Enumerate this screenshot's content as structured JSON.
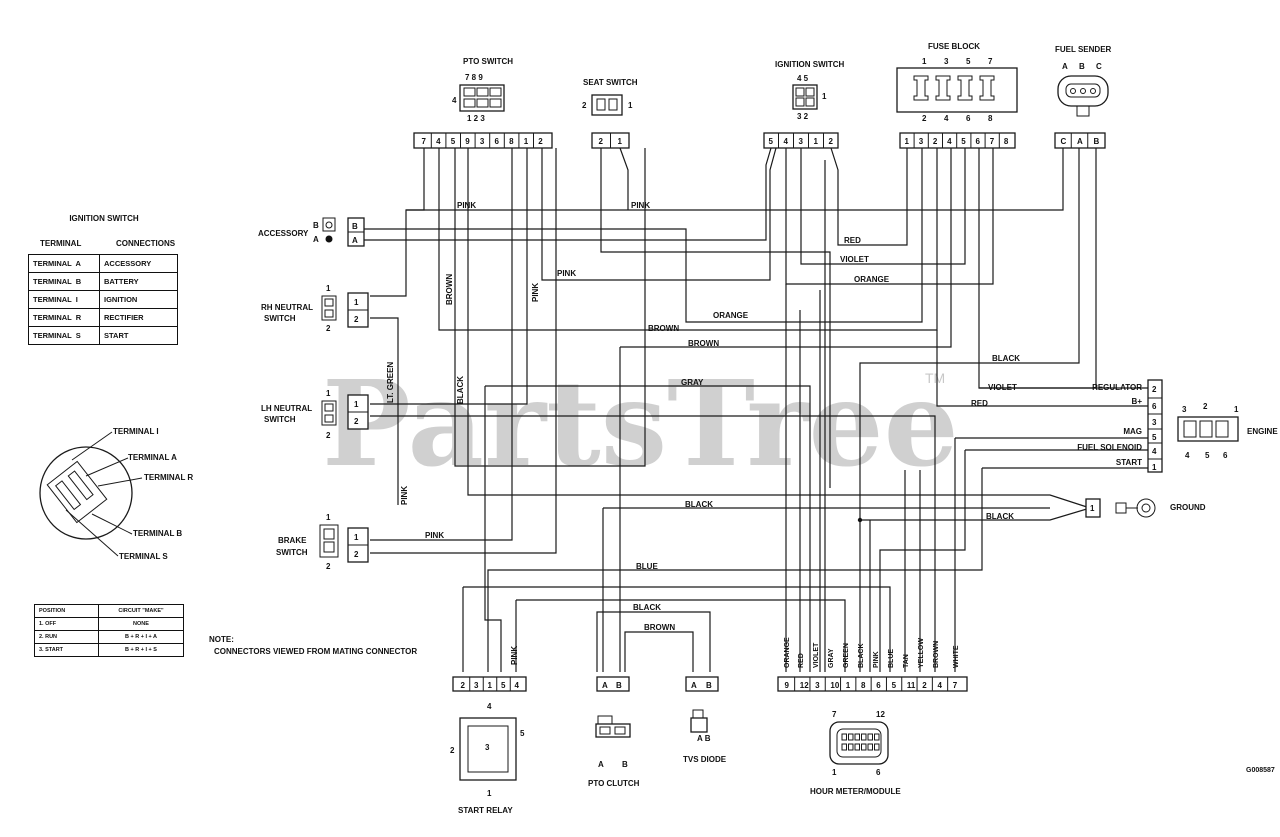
{
  "watermark": {
    "text": "PartsTree",
    "tm": "TM"
  },
  "figure_id": "G008587",
  "connectors": {
    "pto_switch": {
      "title": "PTO SWITCH",
      "top_pins": "7  8  9",
      "side_pin": "4",
      "bottom_pins": "1  2  3",
      "strip": [
        "7",
        "4",
        "5",
        "9",
        "3",
        "6",
        "8",
        "1",
        "2"
      ]
    },
    "seat_switch": {
      "title": "SEAT SWITCH",
      "left_pin": "2",
      "right_pin": "1",
      "strip": [
        "2",
        "1"
      ]
    },
    "ignition_switch": {
      "title": "IGNITION SWITCH",
      "top_pins": "4 5",
      "right_pin": "1",
      "bottom_pins": "3 2",
      "strip": [
        "5",
        "4",
        "3",
        "1",
        "2"
      ]
    },
    "fuse_block": {
      "title": "FUSE BLOCK",
      "top_pins": [
        "1",
        "3",
        "5",
        "7"
      ],
      "bottom_pins": [
        "2",
        "4",
        "6",
        "8"
      ],
      "strip": [
        "1",
        "3",
        "2",
        "4",
        "5",
        "6",
        "7",
        "8"
      ]
    },
    "fuel_sender": {
      "title": "FUEL SENDER",
      "pins": [
        "A",
        "B",
        "C"
      ],
      "strip": [
        "C",
        "A",
        "B"
      ]
    },
    "accessory": {
      "label": "ACCESSORY",
      "pins": [
        "B",
        "A"
      ],
      "strip": [
        "B",
        "A"
      ]
    },
    "rh_neutral": {
      "label1": "RH NEUTRAL",
      "label2": "SWITCH",
      "top": "1",
      "bottom": "2",
      "strip": [
        "1",
        "2"
      ]
    },
    "lh_neutral": {
      "label1": "LH NEUTRAL",
      "label2": "SWITCH",
      "top": "1",
      "bottom": "2",
      "strip": [
        "1",
        "2"
      ]
    },
    "brake_switch": {
      "label1": "BRAKE",
      "label2": "SWITCH",
      "top": "1",
      "bottom": "2",
      "strip": [
        "1",
        "2"
      ]
    },
    "engine": {
      "label": "ENGINE",
      "top_pins": [
        "3",
        "2",
        "1"
      ],
      "bottom_pins": [
        "4",
        "5",
        "6"
      ],
      "strip": [
        "2",
        "6",
        "3",
        "5",
        "4",
        "1"
      ],
      "signals": [
        "REGULATOR",
        "B+",
        "MAG",
        "FUEL SOLENOID",
        "START"
      ]
    },
    "ground": {
      "label": "GROUND",
      "pin": "1"
    },
    "start_relay": {
      "label": "START RELAY",
      "strip": [
        "2",
        "3",
        "1",
        "5",
        "4"
      ],
      "pin_top": "4",
      "pin_left": "2",
      "pin_center": "3",
      "pin_right": "5",
      "pin_bottom": "1"
    },
    "pto_clutch": {
      "label": "PTO CLUTCH",
      "strip": [
        "A",
        "B"
      ],
      "pins": [
        "A",
        "B"
      ]
    },
    "tvs_diode": {
      "label": "TVS DIODE",
      "strip": [
        "A",
        "B"
      ],
      "pins": "A B"
    },
    "hour_meter": {
      "label": "HOUR METER/MODULE",
      "strip": [
        "9",
        "12",
        "3",
        "10",
        "1",
        "8",
        "6",
        "5",
        "11",
        "2",
        "4",
        "7"
      ],
      "pin_tl": "7",
      "pin_tr": "12",
      "pin_bl": "1",
      "pin_br": "6"
    }
  },
  "wire_labels": [
    "PINK",
    "PINK",
    "RED",
    "VIOLET",
    "ORANGE",
    "PINK",
    "ORANGE",
    "BROWN",
    "BROWN",
    "BLACK",
    "VIOLET",
    "RED",
    "GRAY",
    "BLACK",
    "BLACK",
    "PINK",
    "BLUE",
    "BLACK",
    "BROWN"
  ],
  "vertical_wire_labels": [
    "BROWN",
    "PINK",
    "LT. GREEN",
    "BLACK",
    "PINK",
    "PINK"
  ],
  "meter_wires": [
    "ORANGE",
    "RED",
    "VIOLET",
    "GRAY",
    "GREEN",
    "BLACK",
    "PINK",
    "BLUE",
    "TAN",
    "YELLOW",
    "BROWN",
    "WHITE"
  ],
  "ignition_table": {
    "title": "IGNITION SWITCH",
    "headers": [
      "TERMINAL",
      "CONNECTIONS"
    ],
    "rows": [
      [
        "TERMINAL  A",
        "ACCESSORY"
      ],
      [
        "TERMINAL  B",
        "BATTERY"
      ],
      [
        "TERMINAL  I",
        "IGNITION"
      ],
      [
        "TERMINAL  R",
        "RECTIFIER"
      ],
      [
        "TERMINAL  S",
        "START"
      ]
    ]
  },
  "key_switch": {
    "labels": [
      "TERMINAL I",
      "TERMINAL A",
      "TERMINAL R",
      "TERMINAL B",
      "TERMINAL S"
    ]
  },
  "position_table": {
    "headers": [
      "POSITION",
      "CIRCUIT \"MAKE\""
    ],
    "rows": [
      [
        "1. OFF",
        "NONE"
      ],
      [
        "2. RUN",
        "B + R + I + A"
      ],
      [
        "3. START",
        "B + R + I + S"
      ]
    ]
  },
  "note": {
    "title": "NOTE:",
    "text": "CONNECTORS VIEWED FROM MATING CONNECTOR"
  }
}
